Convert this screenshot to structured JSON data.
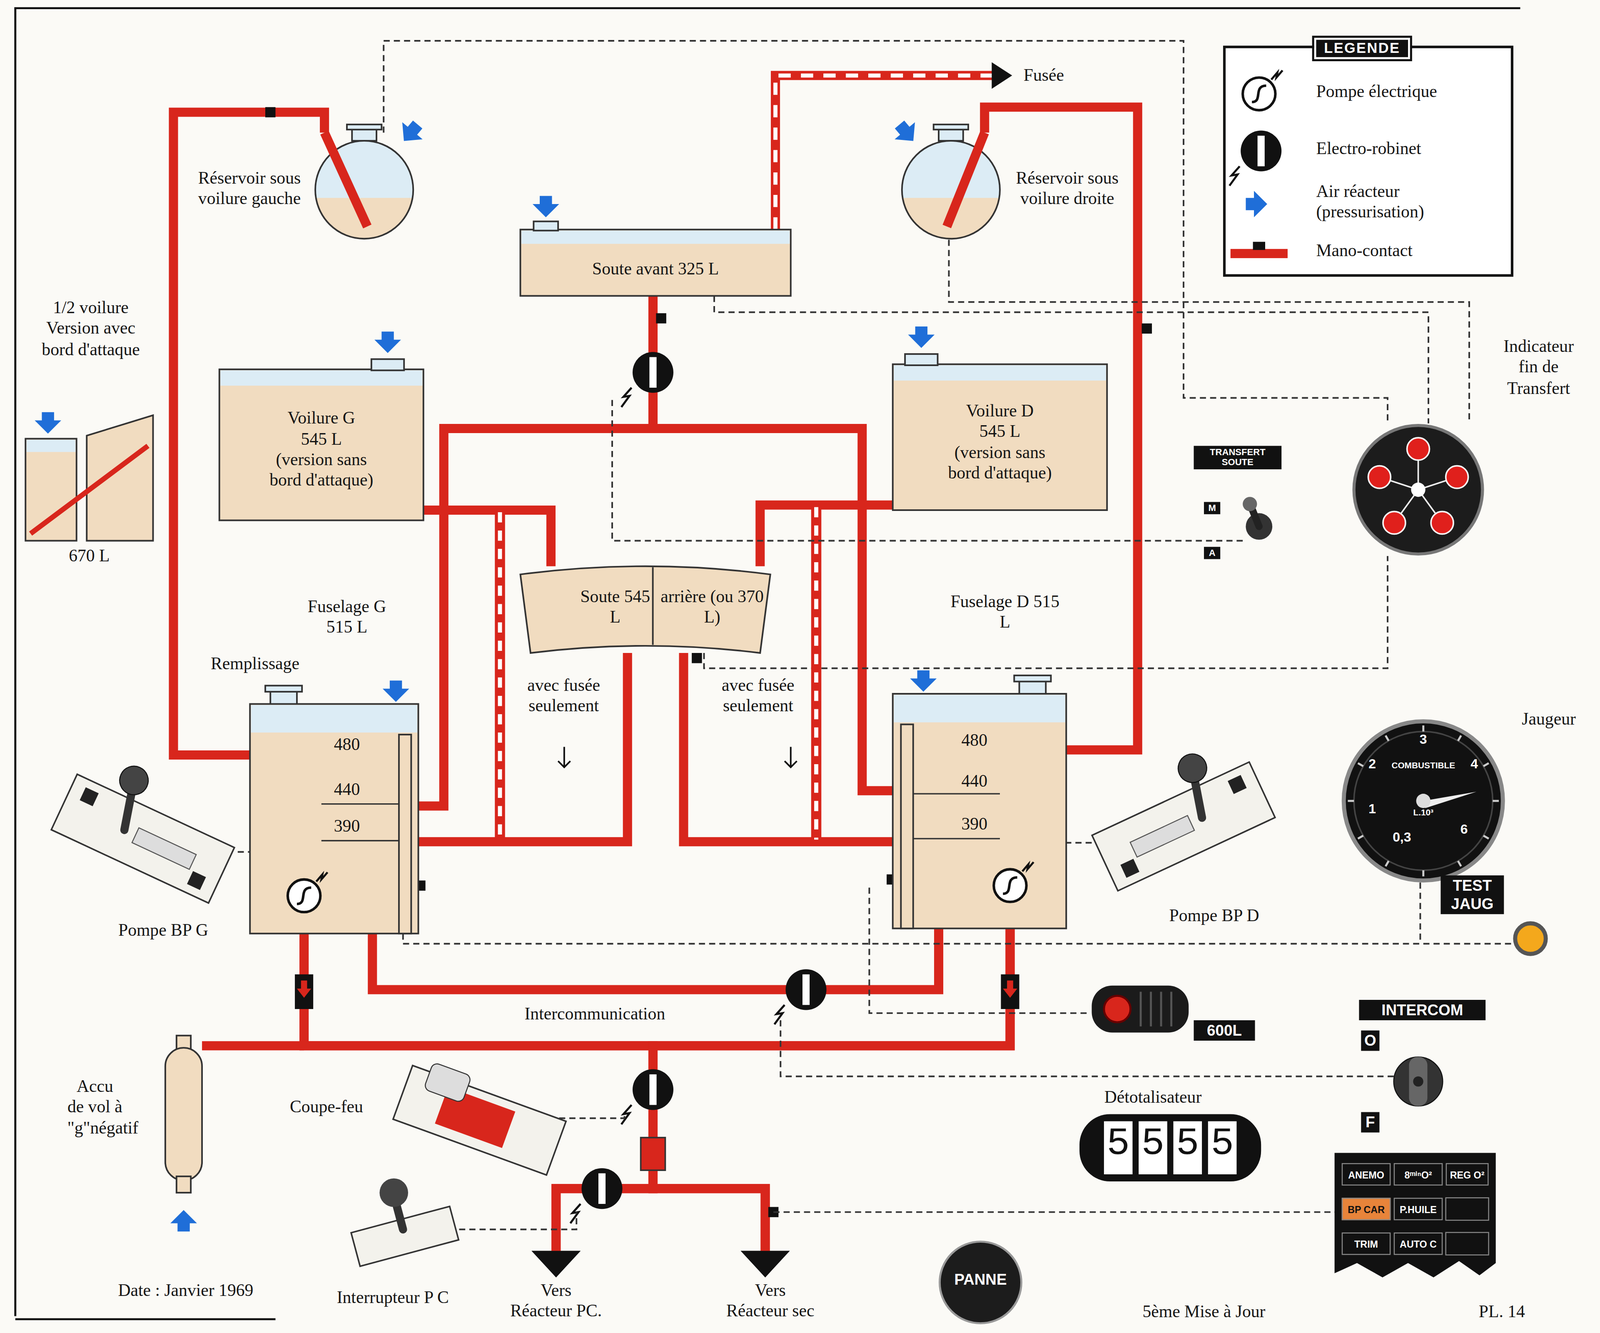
{
  "diagram": {
    "nodes": [
      {
        "text": [
          "Réservoir sous voilure gauche"
        ]
      },
      {
        "text": [
          "Fusée"
        ]
      },
      {
        "text": [
          "Réservoir sous voilure droite"
        ]
      },
      {
        "text": [
          "Soute avant 325 L"
        ]
      },
      {
        "text": [
          "1/2 voilure Version avec bord d'attaque",
          "670 L"
        ]
      },
      {
        "text": [
          "Voilure G 545 L",
          "(version sans bord d'attaque)"
        ]
      },
      {
        "text": [
          "Voilure D 545 L",
          "(version sans bord d'attaque)"
        ]
      },
      {
        "text": [
          "Indicateur fin de Transfert"
        ]
      },
      {
        "text": [
          "Soute 545 L",
          "arrière (ou 370 L)"
        ]
      },
      {
        "text": [
          "Fuselage G 515 L",
          "480",
          "440",
          "390"
        ]
      },
      {
        "text": [
          "Fuselage D 515 L",
          "480",
          "440",
          "390"
        ]
      },
      {
        "text": [
          "Jaugeur",
          "COMBUSTIBLE",
          "3",
          "2",
          "4",
          "1",
          "6",
          "0,3",
          "L.10³"
        ]
      },
      {
        "text": [
          "Accu de vol à \"g\"négatif"
        ]
      },
      {
        "text": [
          "Vers Réacteur PC."
        ]
      },
      {
        "text": [
          "Vers Réacteur sec"
        ]
      }
    ],
    "edges": [
      {
        "from": 0,
        "to": 9,
        "arrow": "none"
      },
      {
        "from": 3,
        "to": 1,
        "arrow": "to"
      },
      {
        "from": 2,
        "to": 10,
        "arrow": "none"
      },
      {
        "from": 3,
        "to": 9,
        "arrow": "none"
      },
      {
        "from": 3,
        "to": 10,
        "arrow": "none"
      },
      {
        "from": 5,
        "to": 8,
        "arrow": "none"
      },
      {
        "from": 6,
        "to": 8,
        "arrow": "none"
      },
      {
        "from": 8,
        "to": 9,
        "arrow": "none"
      },
      {
        "from": 8,
        "to": 10,
        "arrow": "none"
      },
      {
        "from": 9,
        "to": 10,
        "arrow": "none",
        "label": "Intercommunication"
      },
      {
        "from": 9,
        "to": 13,
        "arrow": "to"
      },
      {
        "from": 9,
        "to": 14,
        "arrow": "to"
      },
      {
        "from": 10,
        "to": 13,
        "arrow": "to"
      },
      {
        "from": 10,
        "to": 14,
        "arrow": "to"
      },
      {
        "from": 0,
        "to": 7,
        "arrow": "none"
      },
      {
        "from": 3,
        "to": 7,
        "arrow": "none"
      },
      {
        "from": 2,
        "to": 7,
        "arrow": "none"
      },
      {
        "from": 8,
        "to": 7,
        "arrow": "none"
      }
    ],
    "labels": [
      "LEGENDE",
      "Remplissage",
      "avec fusée seulement",
      "avec fusée seulement",
      "Pompe BP G",
      "Pompe BP D",
      "TRANSFERT SOUTE",
      "M",
      "A",
      "TEST JAUG",
      "600L",
      "INTERCOM",
      "O",
      "F",
      "Détotalisateur",
      "5555",
      "Coupe-feu",
      "Interrupteur P C",
      "PANNE",
      "ANEMO",
      "8ᵐⁱⁿO²",
      "REG O²",
      "BP CAR",
      "P.HUILE",
      "TRIM",
      "AUTO C",
      "Date : Janvier 1969",
      "5ème Mise à Jour",
      "PL. 14"
    ],
    "legend": [
      {
        "text": "Pompe électrique"
      },
      {
        "text": "Electro-robinet"
      },
      {
        "text": "Air réacteur (pressurisation)"
      },
      {
        "text": "Mano-contact"
      }
    ]
  }
}
